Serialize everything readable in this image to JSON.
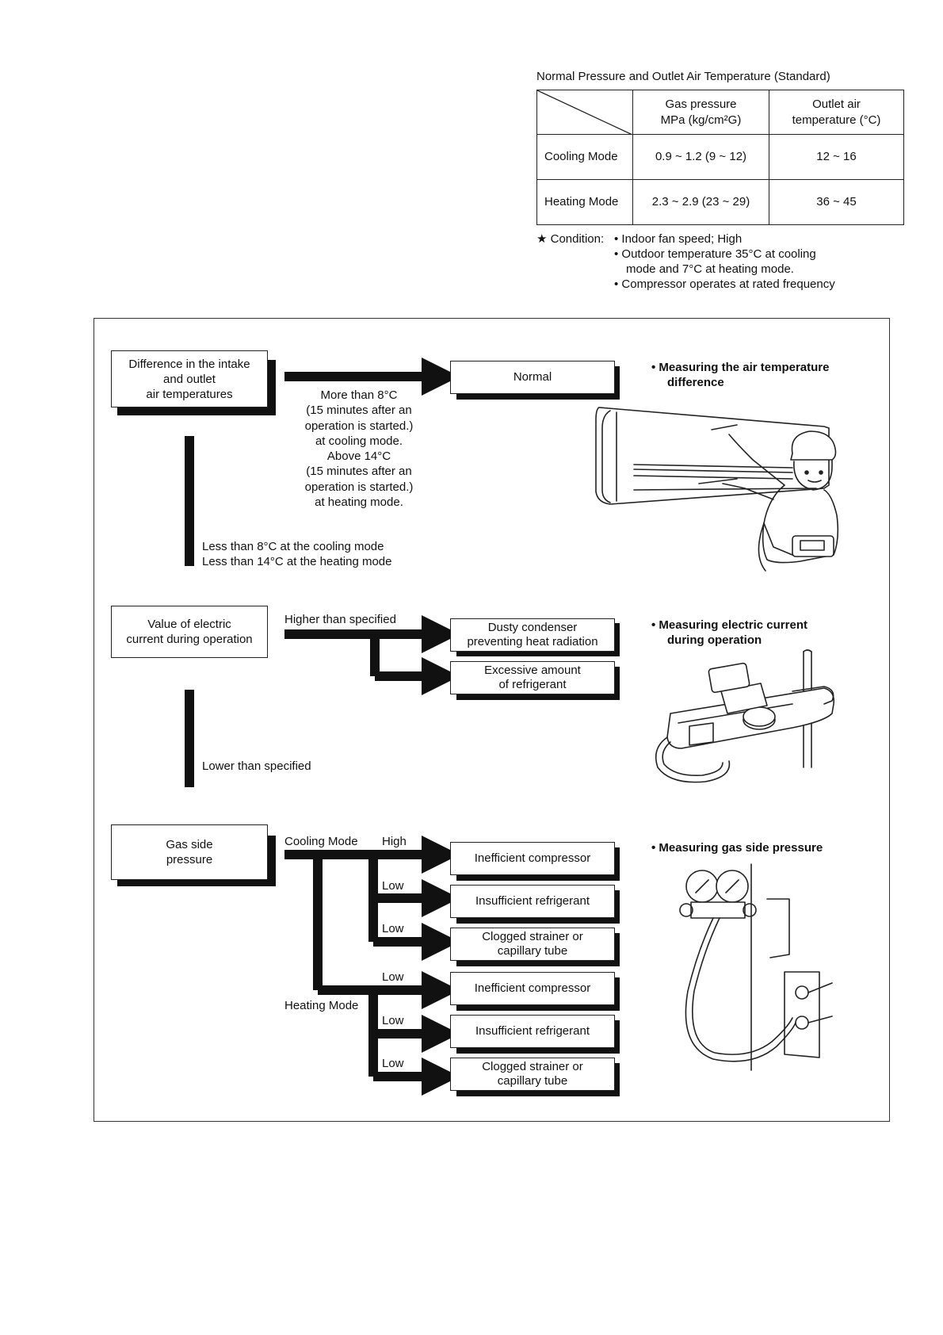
{
  "table": {
    "title": "Normal Pressure and Outlet Air Temperature (Standard)",
    "col1_header_line1": "Gas pressure",
    "col1_header_line2": "MPa (kg/cm²G)",
    "col2_header_line1": "Outlet air",
    "col2_header_line2": "temperature (°C)",
    "rows": [
      {
        "mode": "Cooling Mode",
        "pressure": "0.9 ~ 1.2 (9 ~ 12)",
        "temp": "12 ~ 16"
      },
      {
        "mode": "Heating Mode",
        "pressure": "2.3 ~ 2.9 (23 ~ 29)",
        "temp": "36 ~ 45"
      }
    ]
  },
  "condition": {
    "label": "★ Condition:",
    "bullet1": "•  Indoor fan speed; High",
    "bullet2_line1": "•  Outdoor temperature 35°C at cooling",
    "bullet2_line2": "mode and 7°C at heating mode.",
    "bullet3": "•  Compressor operates at rated frequency"
  },
  "section1": {
    "box_line1": "Difference in the intake",
    "box_line2": "and outlet",
    "box_line3": "air temperatures",
    "cond_lines": [
      "More than 8°C",
      "(15 minutes after an",
      "operation is started.)",
      "at cooling mode.",
      "Above 14°C",
      "(15 minutes after an",
      "operation is started.)",
      "at heating mode."
    ],
    "result": "Normal",
    "lower_line1": "Less than 8°C at the cooling mode",
    "lower_line2": "Less than 14°C at the heating mode",
    "measure_line1": "•  Measuring the air temperature",
    "measure_line2": "difference"
  },
  "section2": {
    "box_line1": "Value of electric",
    "box_line2": "current during operation",
    "higher": "Higher than specified",
    "result1_line1": "Dusty condenser",
    "result1_line2": "preventing heat radiation",
    "result2_line1": "Excessive amount",
    "result2_line2": "of refrigerant",
    "lower": "Lower than specified",
    "measure_line1": "•  Measuring electric current",
    "measure_line2": "during operation"
  },
  "section3": {
    "box_line1": "Gas side",
    "box_line2": "pressure",
    "cooling_mode": "Cooling Mode",
    "heating_mode": "Heating Mode",
    "labels": [
      "High",
      "Low",
      "Low",
      "Low",
      "Low",
      "Low"
    ],
    "results": [
      [
        "Inefficient compressor",
        ""
      ],
      [
        "Insufficient refrigerant",
        ""
      ],
      [
        "Clogged strainer or",
        "capillary tube"
      ],
      [
        "Inefficient compressor",
        ""
      ],
      [
        "Insufficient refrigerant",
        ""
      ],
      [
        "Clogged strainer or",
        "capillary tube"
      ]
    ],
    "measure": "•  Measuring gas side pressure"
  }
}
